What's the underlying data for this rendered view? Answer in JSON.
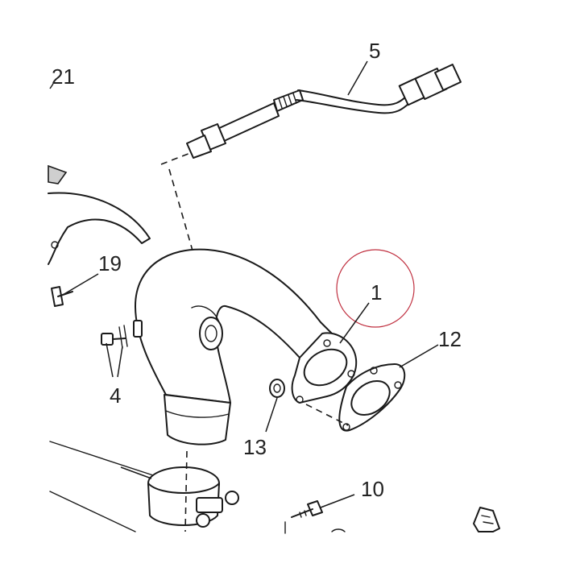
{
  "callouts": {
    "c21": "21",
    "c5": "5",
    "c19": "19",
    "c1": "1",
    "c12": "12",
    "c4": "4",
    "c13": "13",
    "c10": "10"
  },
  "colors": {
    "line": "#1a1a1a",
    "highlight_circle": "#c03040",
    "shade": "#cfcfcf"
  }
}
